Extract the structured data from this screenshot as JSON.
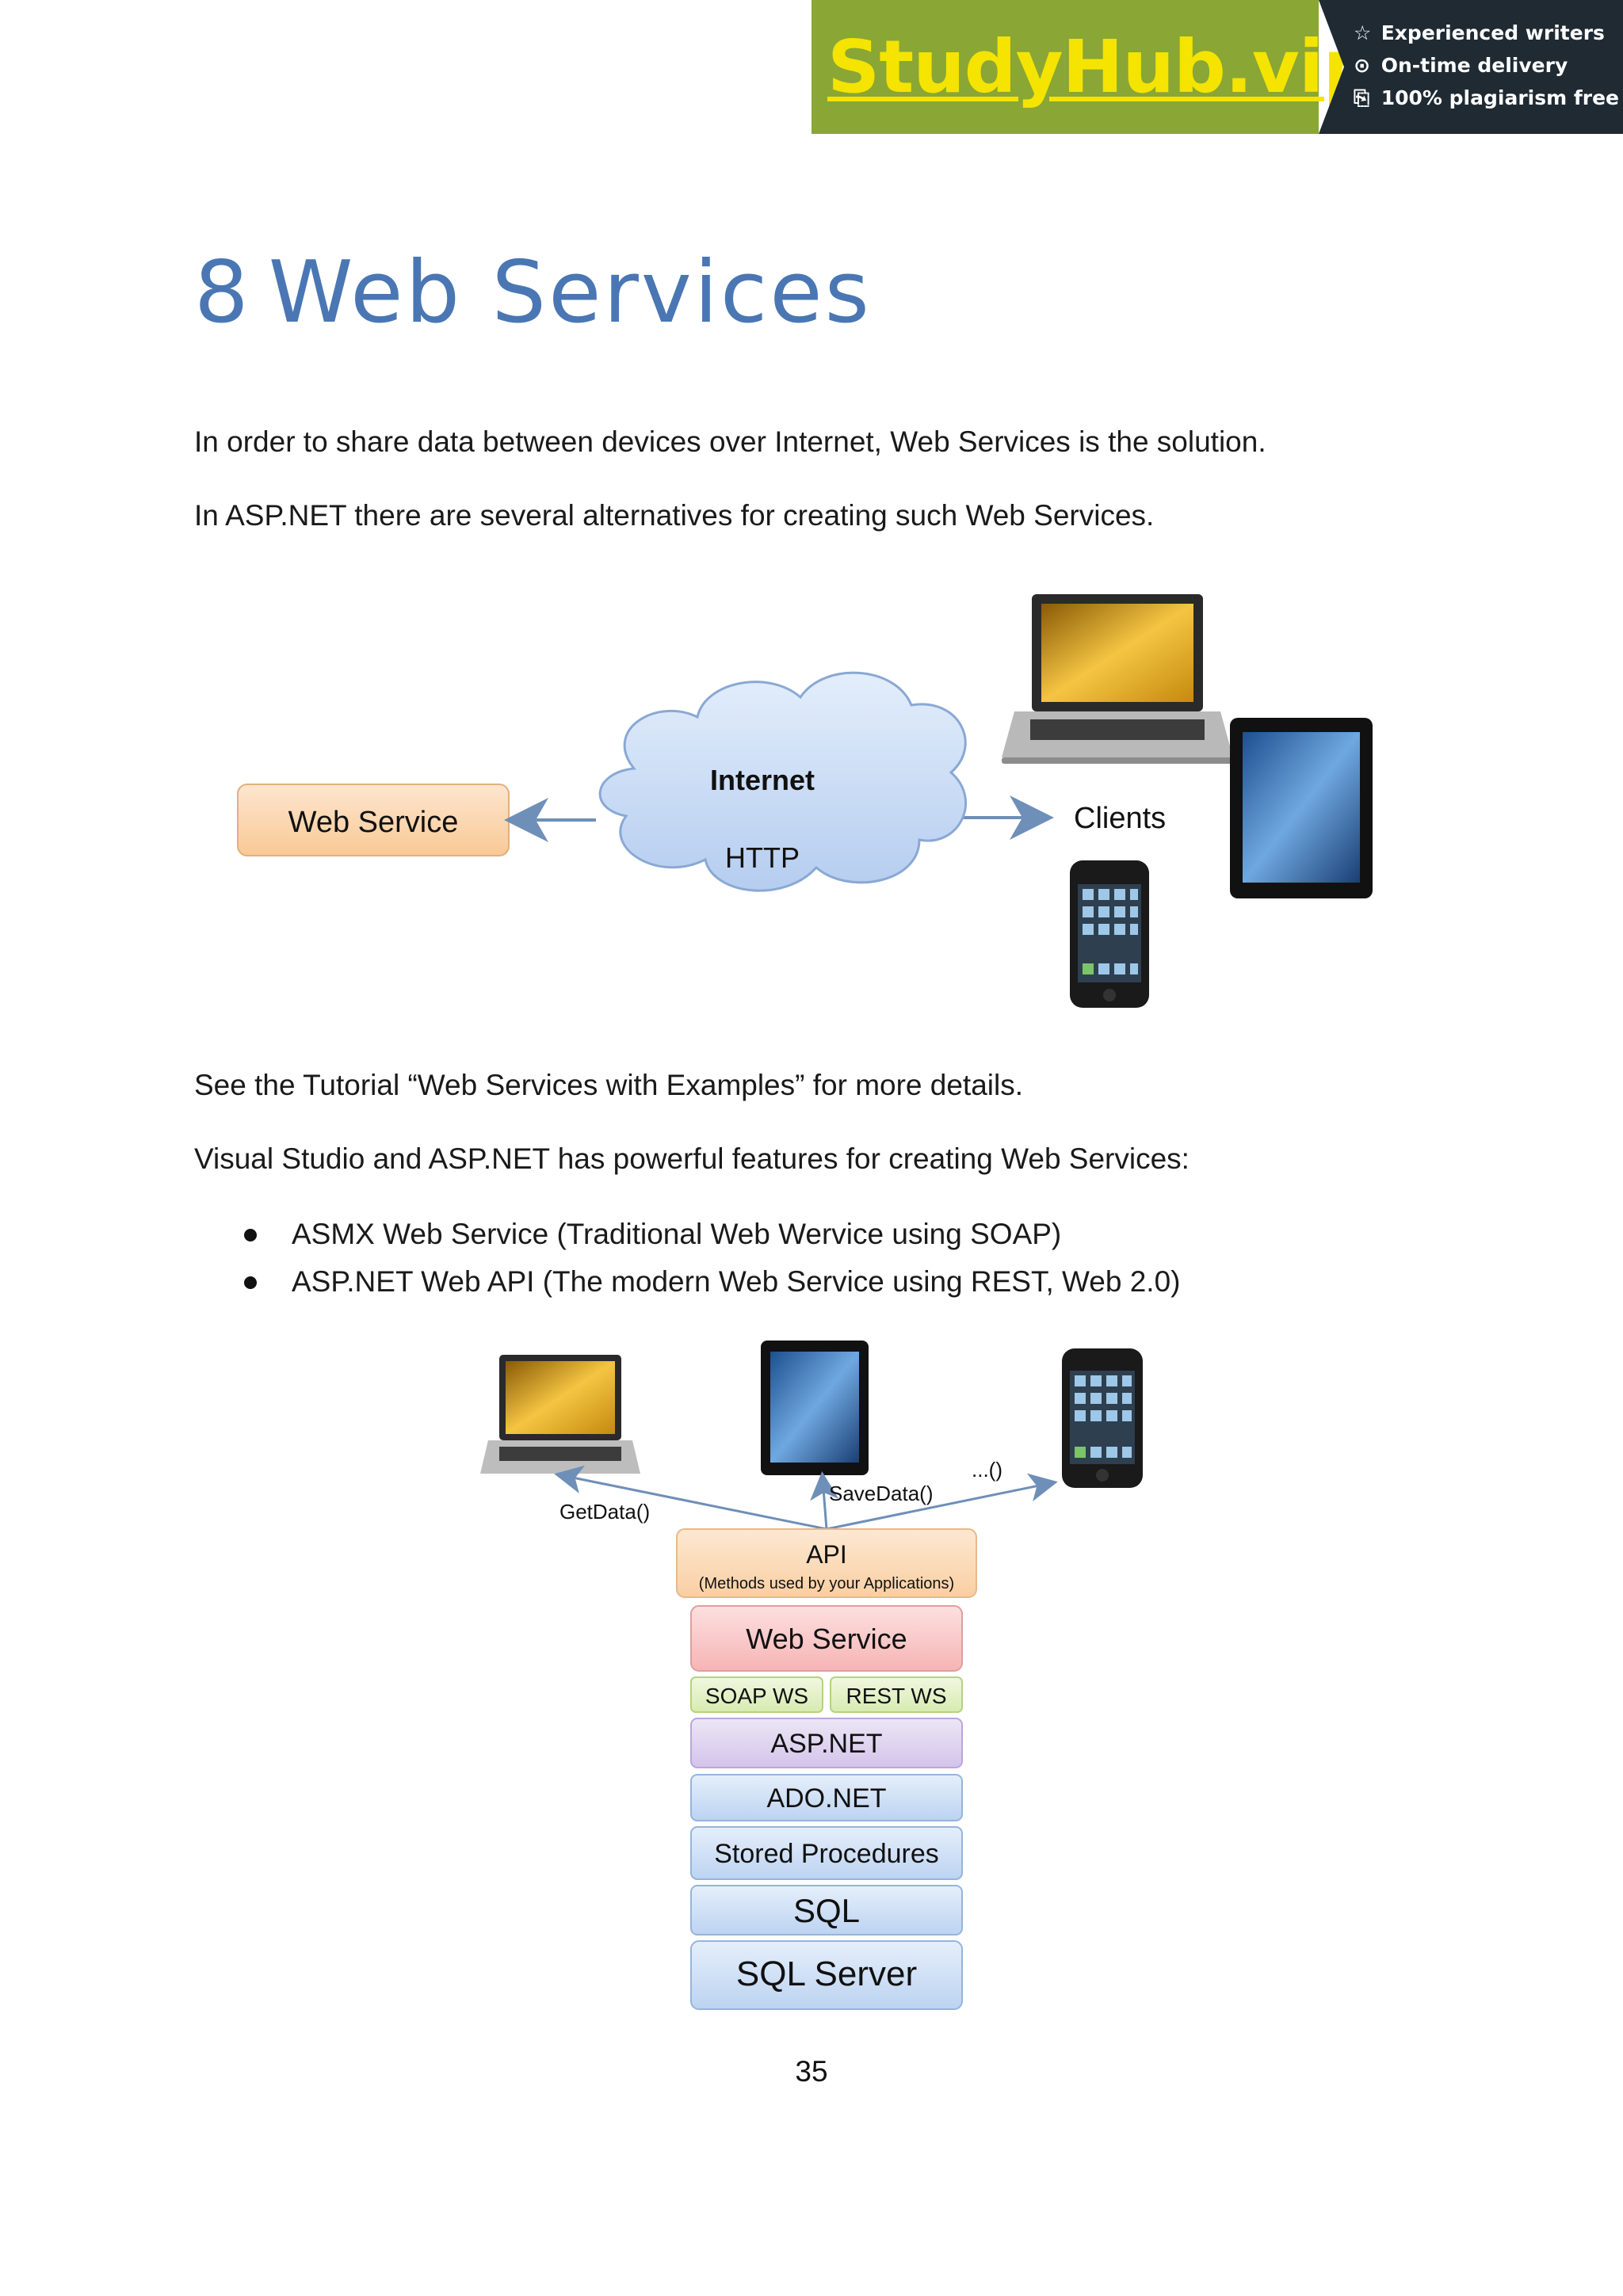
{
  "banner": {
    "logo": "StudyHub.vip",
    "features": [
      {
        "icon": "star-outline-icon",
        "glyph": "☆",
        "label": "Experienced writers"
      },
      {
        "icon": "clock-icon",
        "glyph": "⊙",
        "label": "On-time delivery"
      },
      {
        "icon": "copy-icon",
        "glyph": "⎘",
        "label": "100% plagiarism free"
      }
    ]
  },
  "heading": {
    "number": "8",
    "text": "Web Services"
  },
  "paragraphs": {
    "p1": "In order to share data between devices over Internet, Web Services is the solution.",
    "p2": "In ASP.NET there are several alternatives for creating such Web Services.",
    "p3": "See the Tutorial “Web Services with Examples” for more details.",
    "p4": "Visual Studio and ASP.NET has powerful features for creating Web Services:"
  },
  "bullets": [
    "ASMX Web Service (Traditional Web Wervice using SOAP)",
    "ASP.NET Web API (The modern Web Service using REST, Web 2.0)"
  ],
  "diagram1": {
    "web_service": "Web Service",
    "cloud_title": "Internet",
    "cloud_sub": "HTTP",
    "clients": "Clients"
  },
  "diagram2": {
    "get_data": "GetData()",
    "save_data": "SaveData()",
    "more": "...()",
    "api_title": "API",
    "api_sub": "(Methods used by your Applications)",
    "web_service": "Web Service",
    "soap_ws": "SOAP WS",
    "rest_ws": "REST WS",
    "aspnet": "ASP.NET",
    "adonet": "ADO.NET",
    "stored_procedures": "Stored Procedures",
    "sql": "SQL",
    "sql_server": "SQL Server"
  },
  "page_number": "35"
}
